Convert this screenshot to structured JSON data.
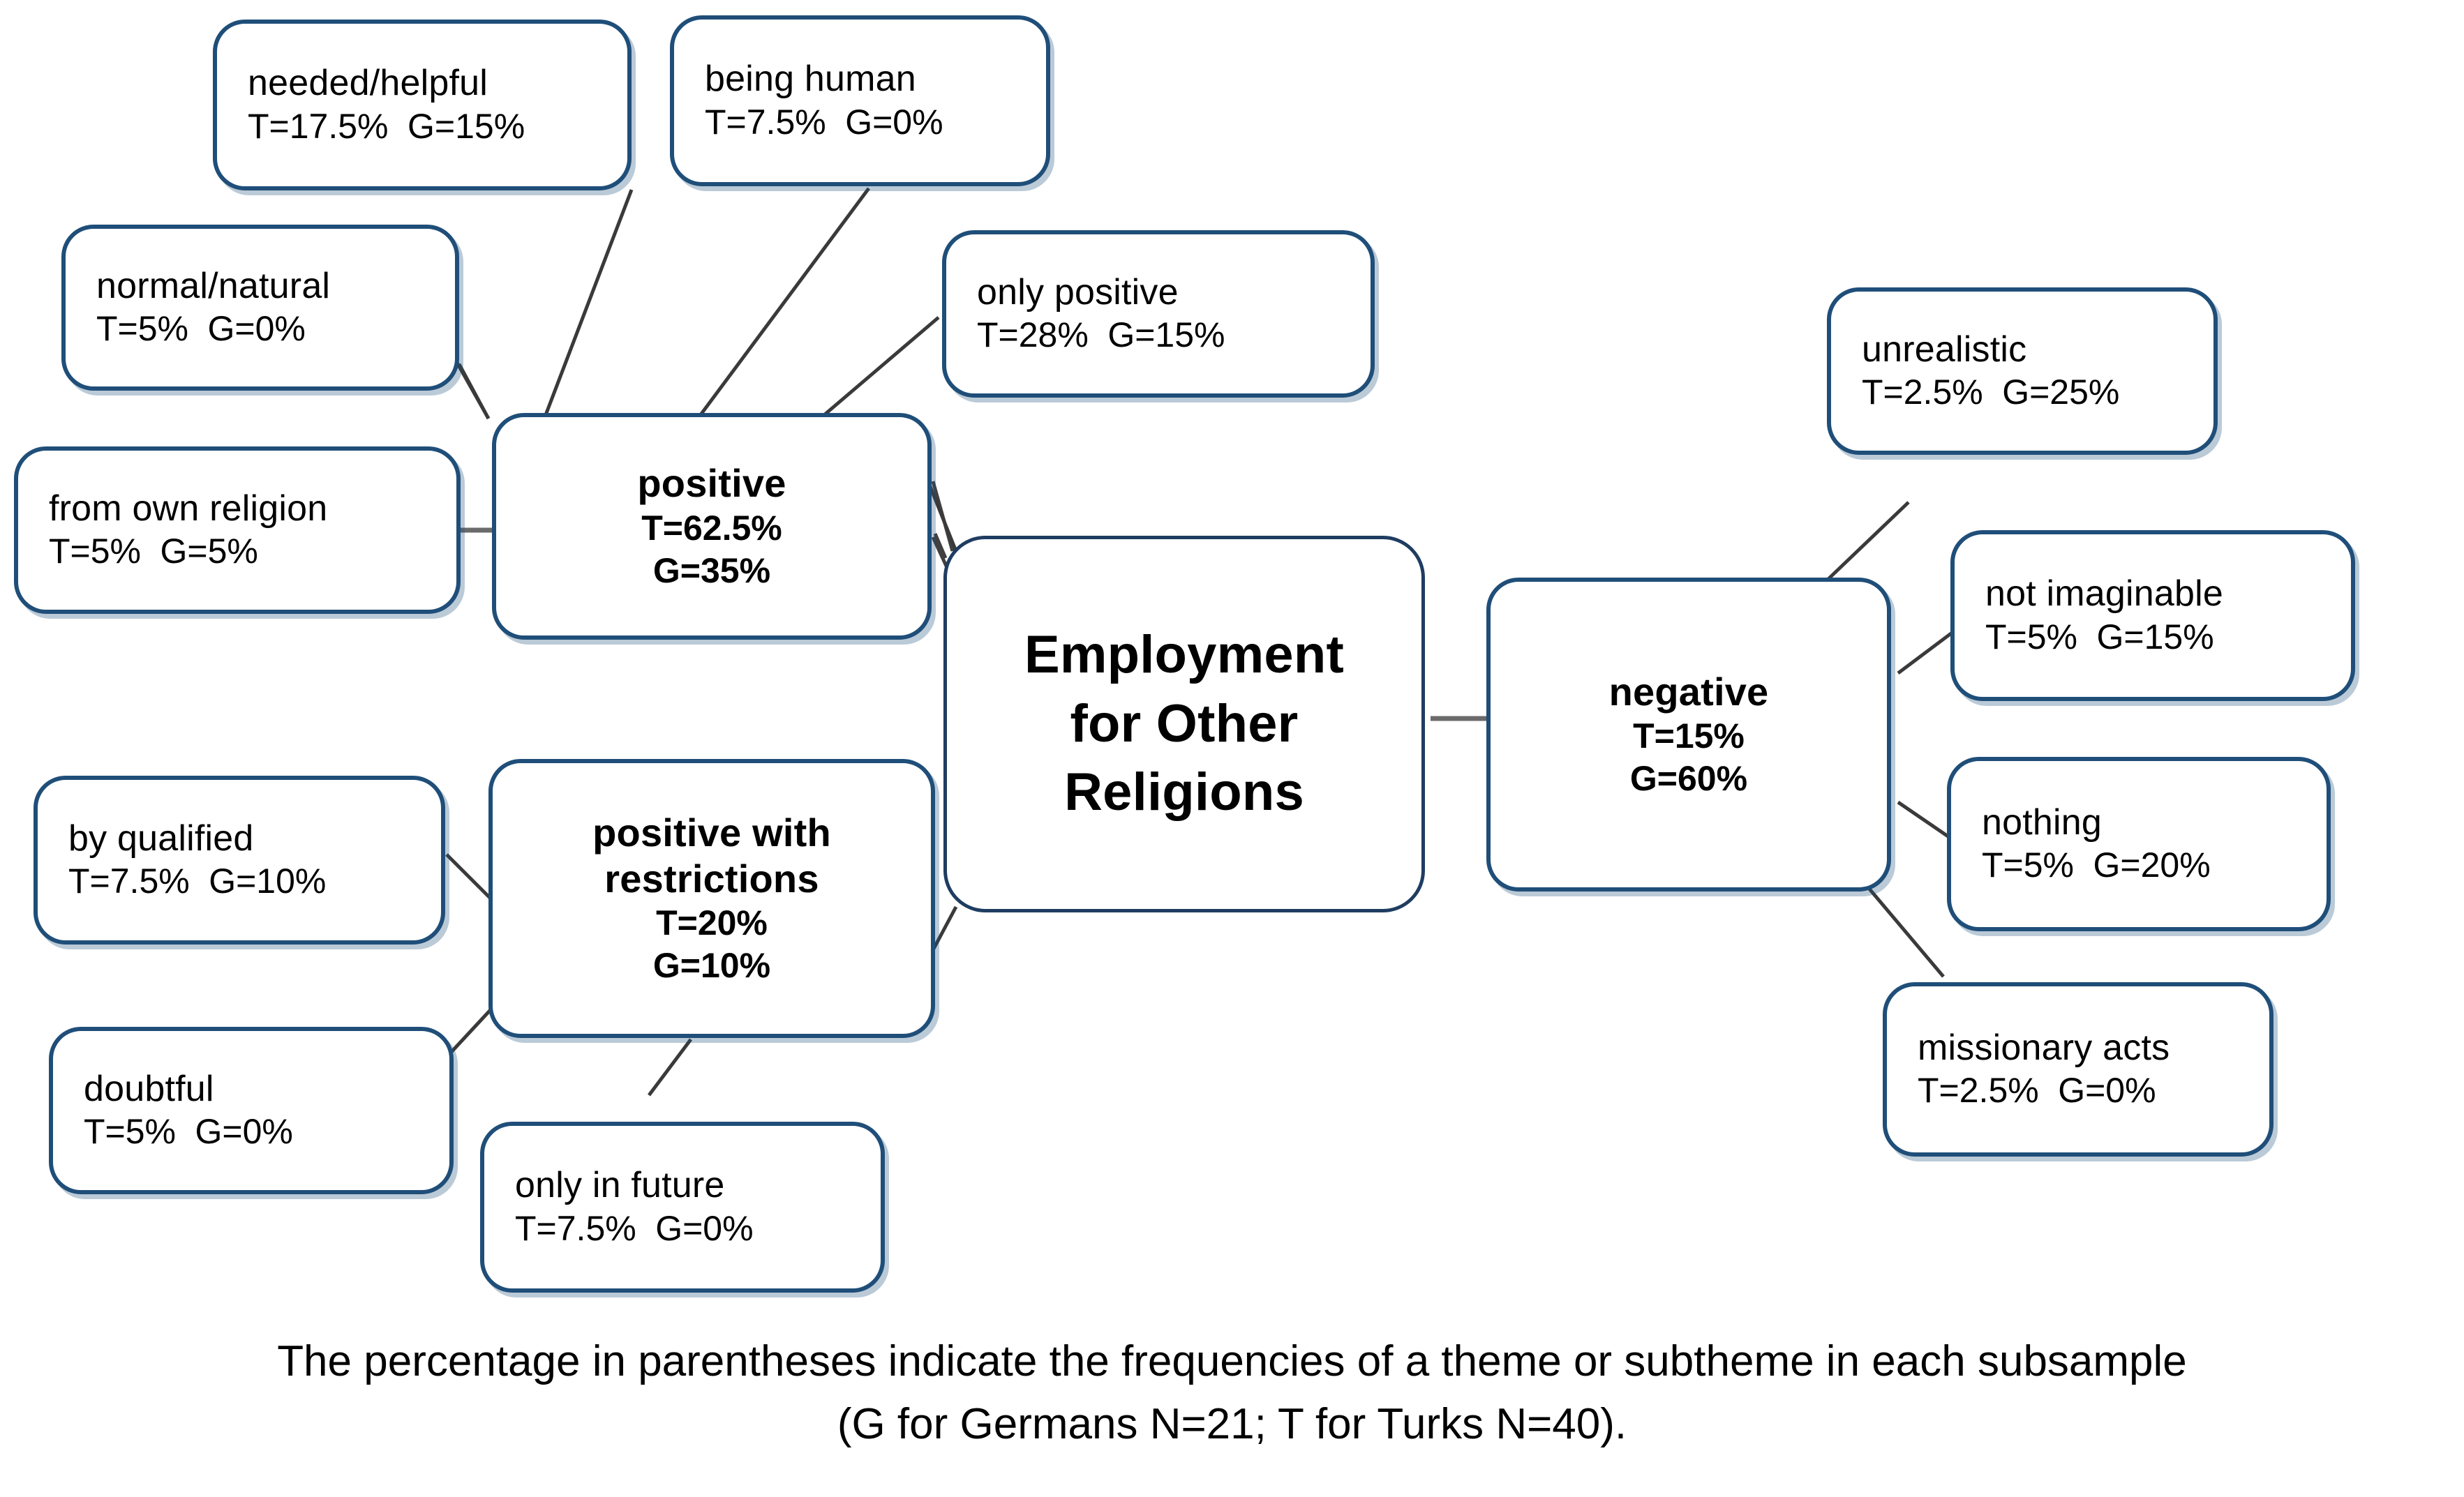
{
  "diagram": {
    "type": "mind-map",
    "root": {
      "label_lines": [
        "Employment",
        "for Other",
        "Religions"
      ]
    },
    "colors": {
      "node_border": "#1f4e79",
      "root_border": "#1f3d61",
      "connector": "#404040",
      "text": "#000000",
      "background": "#ffffff"
    },
    "branches": [
      {
        "name": "positive",
        "label": "positive",
        "T": "T=62.5%",
        "G": "G=35%",
        "children": [
          {
            "label": "needed/helpful",
            "T": "T=17.5%",
            "G": "G=15%"
          },
          {
            "label": "being human",
            "T": "T=7.5%",
            "G": "G=0%"
          },
          {
            "label": "normal/natural",
            "T": "T=5%",
            "G": "G=0%"
          },
          {
            "label": "only positive",
            "T": "T=28%",
            "G": "G=15%"
          },
          {
            "label": "from own religion",
            "T": "T=5%",
            "G": "G=5%"
          }
        ]
      },
      {
        "name": "positive-with-restrictions",
        "label_lines": [
          "positive with",
          "restrictions"
        ],
        "T": "T=20%",
        "G": "G=10%",
        "children": [
          {
            "label": "by qualified",
            "T": "T=7.5%",
            "G": "G=10%"
          },
          {
            "label": "doubtful",
            "T": "T=5%",
            "G": "G=0%"
          },
          {
            "label": "only in future",
            "T": "T=7.5%",
            "G": "G=0%"
          }
        ]
      },
      {
        "name": "negative",
        "label": "negative",
        "T": "T=15%",
        "G": "G=60%",
        "children": [
          {
            "label": "unrealistic",
            "T": "T=2.5%",
            "G": "G=25%"
          },
          {
            "label": "not imaginable",
            "T": "T=5%",
            "G": "G=15%"
          },
          {
            "label": "nothing",
            "T": "T=5%",
            "G": "G=20%"
          },
          {
            "label": "missionary acts",
            "T": "T=2.5%",
            "G": "G=0%"
          }
        ]
      }
    ]
  },
  "caption": {
    "line1": "The percentage in parentheses indicate the frequencies of a theme or subtheme in each subsample",
    "line2": "(G for Germans N=21; T for Turks N=40)."
  }
}
